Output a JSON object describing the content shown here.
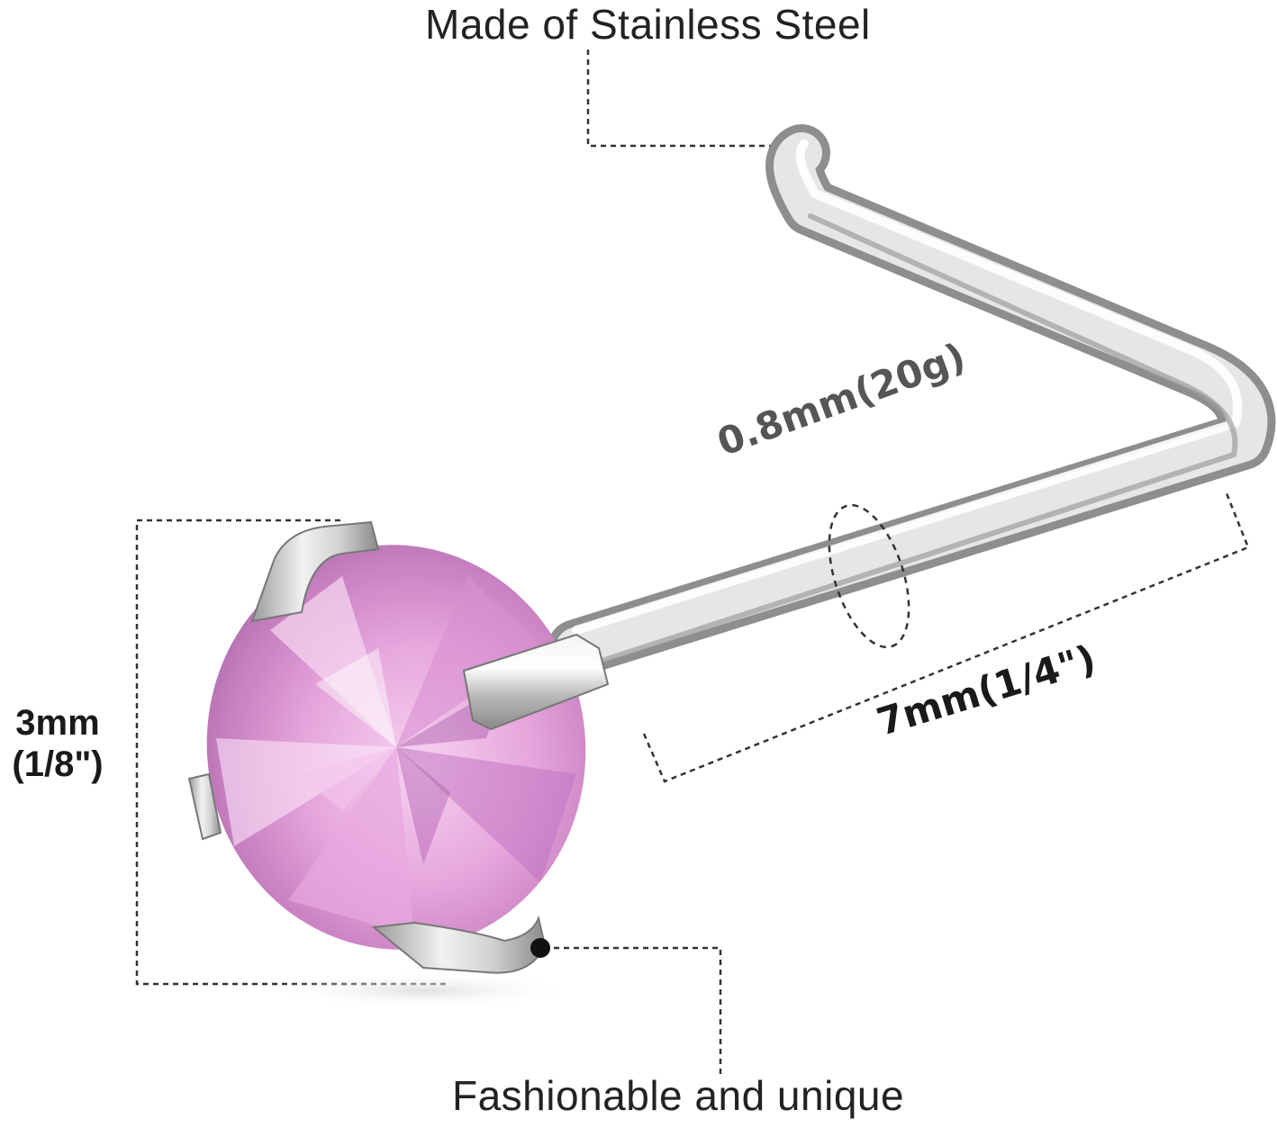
{
  "product": {
    "material_label": "Made of Stainless Steel",
    "feature_label": "Fashionable and unique",
    "gem_size": "3mm",
    "gem_size_inch": "(1/8\")",
    "wire_gauge": "0.8mm(20g)",
    "post_length": "7mm(1/4\")"
  },
  "colors": {
    "gem": "#e8a8e0",
    "metal": "#c8c8c8",
    "annotation": "#222222"
  }
}
